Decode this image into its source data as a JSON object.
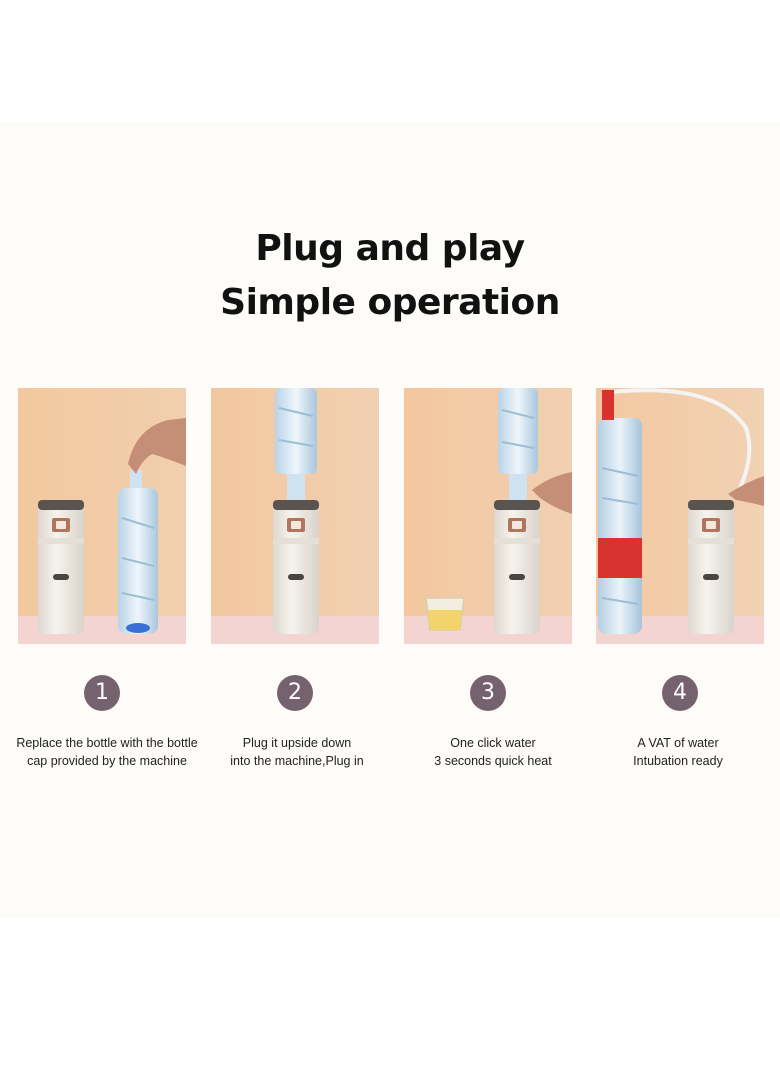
{
  "headline": {
    "line1": "Plug and play",
    "line2": "Simple operation"
  },
  "steps": [
    {
      "number": "1",
      "line1": "Replace the bottle with the bottle",
      "line2": "cap provided by the machine",
      "image": "dispenser-with-bottle-and-hand"
    },
    {
      "number": "2",
      "line1": "Plug it upside down",
      "line2": "into the machine,Plug in",
      "image": "bottle-inverted-on-dispenser"
    },
    {
      "number": "3",
      "line1": "One click water",
      "line2": "3 seconds quick heat",
      "image": "finger-pressing-button-with-tea-cup"
    },
    {
      "number": "4",
      "line1": "A VAT of water",
      "line2": "Intubation ready",
      "image": "large-jug-with-hose-to-dispenser"
    }
  ],
  "colors": {
    "wall": "#f0c9a2",
    "table": "#f3d4d1",
    "badge": "#76626f",
    "dispenser": "#f2efe9",
    "accent_button": "#b0755a"
  }
}
